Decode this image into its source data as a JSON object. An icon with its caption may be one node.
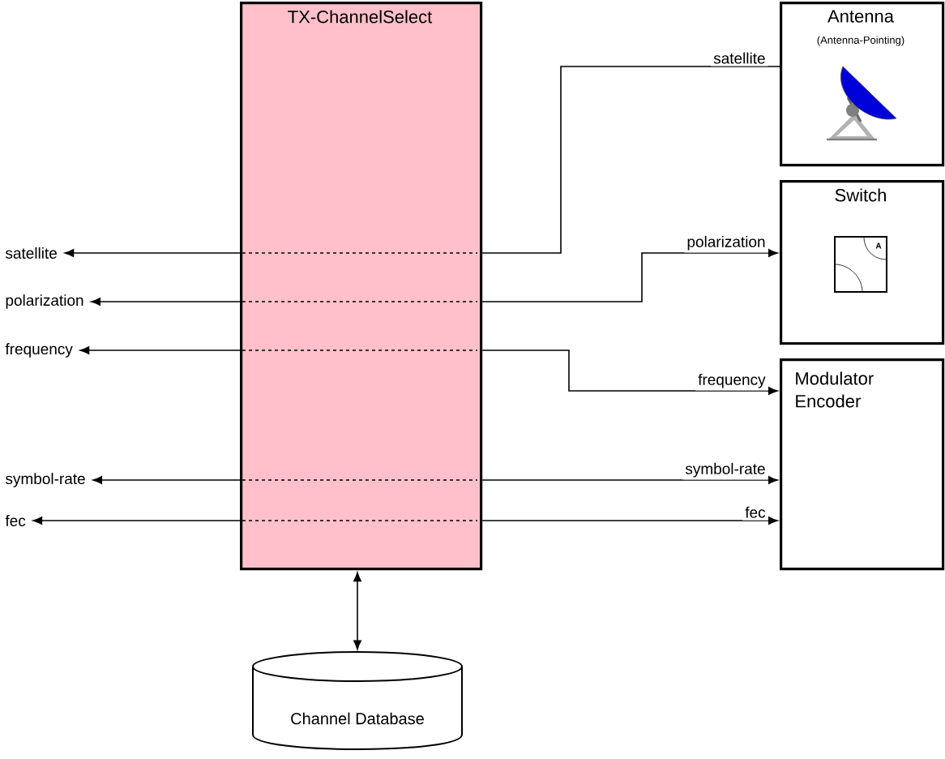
{
  "diagram": {
    "nodes": [
      {
        "text": [
          "TX-ChannelSelect"
        ]
      },
      {
        "text": [
          "Antenna",
          "(Antenna-Pointing)"
        ]
      },
      {
        "text": [
          "Switch"
        ]
      },
      {
        "text": [
          "Modulator Encoder"
        ]
      },
      {
        "text": [
          "Channel Database"
        ]
      },
      {
        "text": [
          "satellite"
        ]
      },
      {
        "text": [
          "polarization"
        ]
      },
      {
        "text": [
          "frequency"
        ]
      },
      {
        "text": [
          "symbol-rate"
        ]
      },
      {
        "text": [
          "fec"
        ]
      }
    ],
    "edges": [
      {
        "from": 1,
        "to": 0,
        "arrow": "none",
        "label": "satellite"
      },
      {
        "from": 0,
        "to": 5,
        "arrow": "to"
      },
      {
        "from": 0,
        "to": 2,
        "arrow": "to",
        "label": "polarization"
      },
      {
        "from": 0,
        "to": 6,
        "arrow": "to"
      },
      {
        "from": 0,
        "to": 3,
        "arrow": "to",
        "label": "frequency"
      },
      {
        "from": 0,
        "to": 7,
        "arrow": "to"
      },
      {
        "from": 0,
        "to": 3,
        "arrow": "to",
        "label": "symbol-rate"
      },
      {
        "from": 0,
        "to": 8,
        "arrow": "to"
      },
      {
        "from": 0,
        "to": 3,
        "arrow": "to",
        "label": "fec"
      },
      {
        "from": 0,
        "to": 9,
        "arrow": "to"
      },
      {
        "from": 0,
        "to": 4,
        "arrow": "both"
      }
    ],
    "labels": [
      "A"
    ]
  }
}
